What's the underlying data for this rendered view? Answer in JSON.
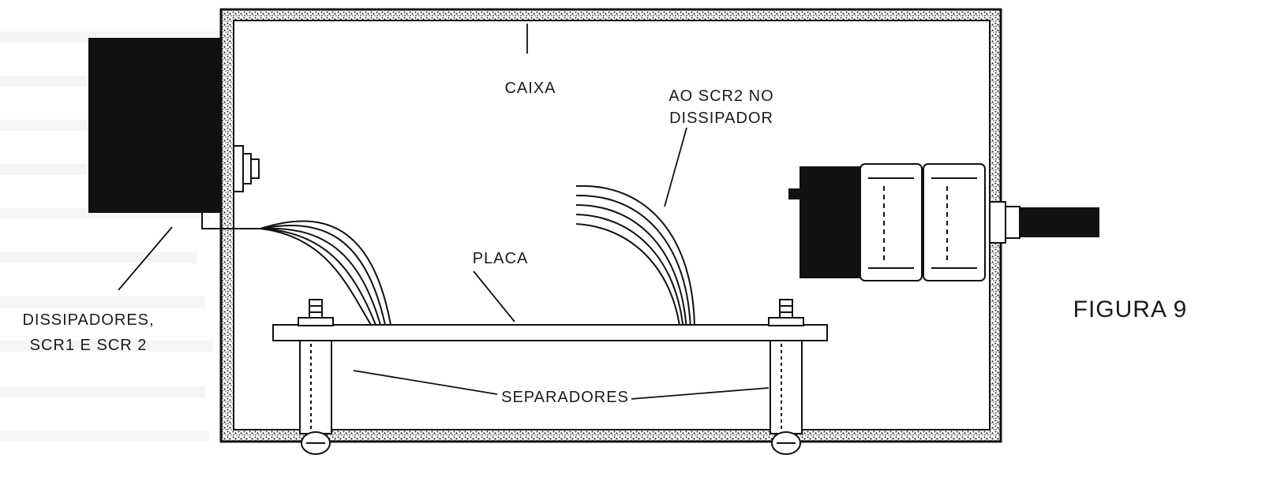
{
  "diagram": {
    "labels": {
      "caixa": "CAIXA",
      "ao_scr2_line1": "AO SCR2 NO",
      "ao_scr2_line2": "DISSIPADOR",
      "placa": "PLACA",
      "dissipadores_line1": "DISSIPADORES,",
      "dissipadores_line2": "SCR1 E SCR 2",
      "separadores": "SEPARADORES",
      "figura": "FIGURA 9"
    }
  }
}
